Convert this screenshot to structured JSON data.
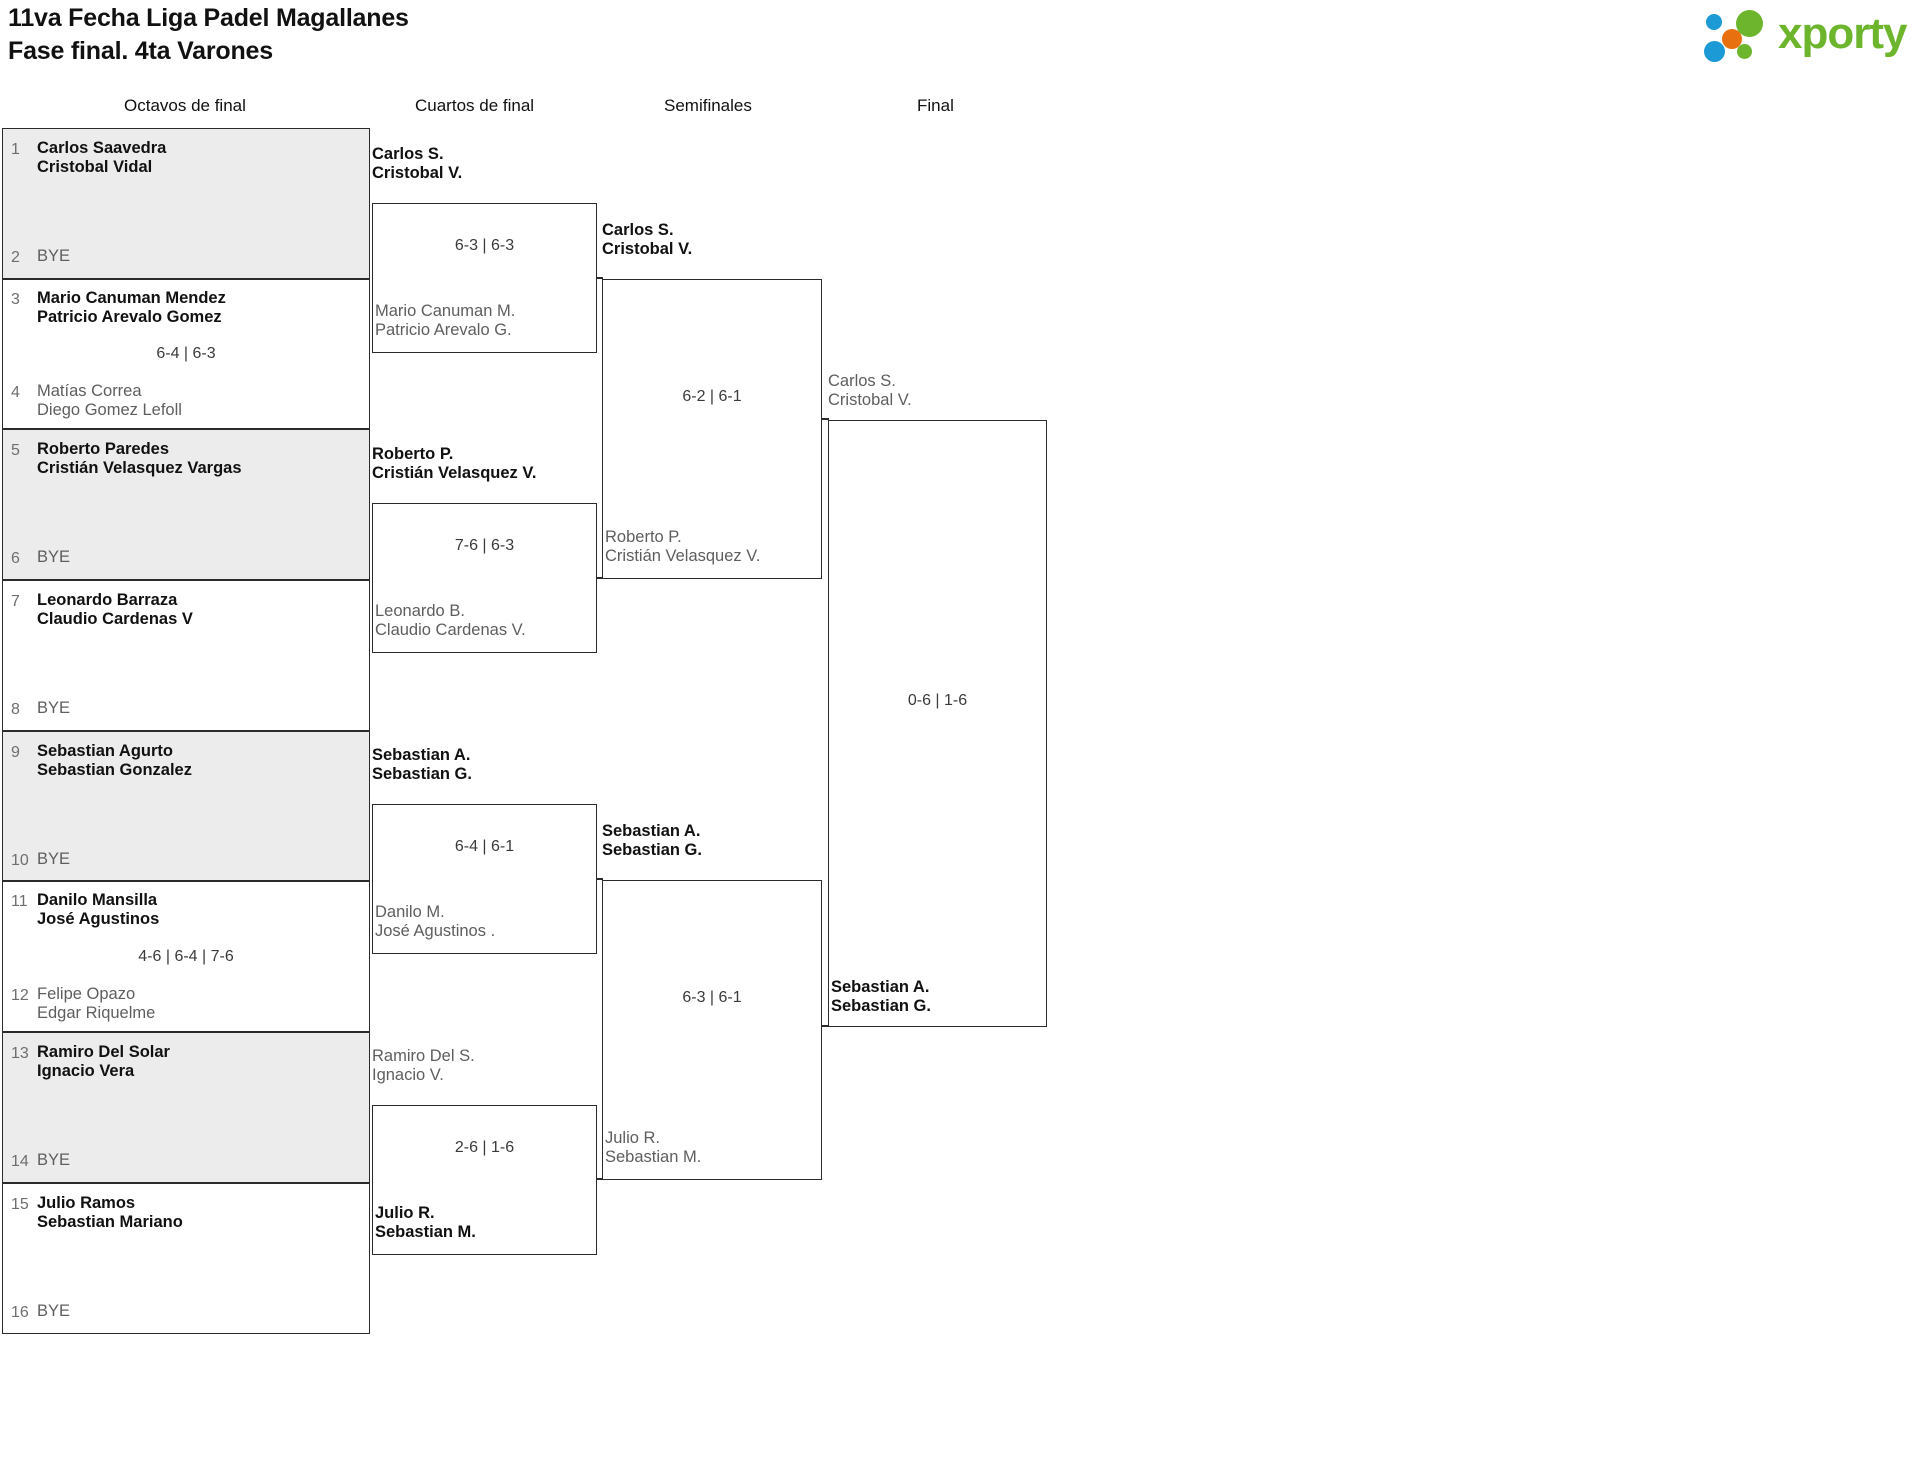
{
  "header": {
    "title_line1": "11va Fecha Liga Padel Magallanes",
    "title_line2": "Fase final. 4ta Varones",
    "logo_text": "xporty",
    "logo_colors": {
      "green": "#6cb52d",
      "blue": "#1b9ad6",
      "orange": "#e8700f"
    }
  },
  "rounds": [
    {
      "id": "r16",
      "label": "Octavos de final"
    },
    {
      "id": "qf",
      "label": "Cuartos de final"
    },
    {
      "id": "sf",
      "label": "Semifinales"
    },
    {
      "id": "f",
      "label": "Final"
    }
  ],
  "round_of_16": [
    {
      "shaded": true,
      "score": "",
      "top": {
        "seed": "1",
        "line1": "Carlos Saavedra",
        "line2": "Cristobal Vidal",
        "result": "win"
      },
      "bottom": {
        "seed": "2",
        "line1": "BYE",
        "line2": "",
        "result": "bye"
      }
    },
    {
      "shaded": false,
      "score": "6-4 | 6-3",
      "top": {
        "seed": "3",
        "line1": "Mario Canuman Mendez",
        "line2": "Patricio Arevalo Gomez",
        "result": "win"
      },
      "bottom": {
        "seed": "4",
        "line1": "Matías Correa",
        "line2": "Diego Gomez Lefoll",
        "result": "lose"
      }
    },
    {
      "shaded": true,
      "score": "",
      "top": {
        "seed": "5",
        "line1": "Roberto Paredes",
        "line2": "Cristián Velasquez Vargas",
        "result": "win"
      },
      "bottom": {
        "seed": "6",
        "line1": "BYE",
        "line2": "",
        "result": "bye"
      }
    },
    {
      "shaded": false,
      "score": "",
      "top": {
        "seed": "7",
        "line1": "Leonardo Barraza",
        "line2": "Claudio Cardenas V",
        "result": "win"
      },
      "bottom": {
        "seed": "8",
        "line1": "BYE",
        "line2": "",
        "result": "bye"
      }
    },
    {
      "shaded": true,
      "score": "",
      "top": {
        "seed": "9",
        "line1": "Sebastian Agurto",
        "line2": "Sebastian Gonzalez",
        "result": "win"
      },
      "bottom": {
        "seed": "10",
        "line1": "BYE",
        "line2": "",
        "result": "bye"
      }
    },
    {
      "shaded": false,
      "score": "4-6 | 6-4 | 7-6",
      "top": {
        "seed": "11",
        "line1": "Danilo Mansilla",
        "line2": "José Agustinos",
        "result": "win"
      },
      "bottom": {
        "seed": "12",
        "line1": "Felipe Opazo",
        "line2": "Edgar Riquelme",
        "result": "lose"
      }
    },
    {
      "shaded": true,
      "score": "",
      "top": {
        "seed": "13",
        "line1": "Ramiro Del Solar",
        "line2": "Ignacio Vera",
        "result": "win"
      },
      "bottom": {
        "seed": "14",
        "line1": "BYE",
        "line2": "",
        "result": "bye"
      }
    },
    {
      "shaded": false,
      "score": "",
      "top": {
        "seed": "15",
        "line1": "Julio Ramos",
        "line2": "Sebastian Mariano",
        "result": "win"
      },
      "bottom": {
        "seed": "16",
        "line1": "BYE",
        "line2": "",
        "result": "bye"
      }
    }
  ],
  "quarter_finals": [
    {
      "score": "6-3 | 6-3",
      "top": {
        "line1": "Carlos S.",
        "line2": "Cristobal V.",
        "result": "win"
      },
      "bottom": {
        "line1": "Mario Canuman M.",
        "line2": "Patricio Arevalo G.",
        "result": "lose"
      }
    },
    {
      "score": "7-6 | 6-3",
      "top": {
        "line1": "Roberto P.",
        "line2": "Cristián Velasquez V.",
        "result": "win"
      },
      "bottom": {
        "line1": "Leonardo B.",
        "line2": "Claudio Cardenas V.",
        "result": "lose"
      }
    },
    {
      "score": "6-4 | 6-1",
      "top": {
        "line1": "Sebastian A.",
        "line2": "Sebastian G.",
        "result": "win"
      },
      "bottom": {
        "line1": "Danilo M.",
        "line2": "José Agustinos .",
        "result": "lose"
      }
    },
    {
      "score": "2-6 | 1-6",
      "top": {
        "line1": "Ramiro Del S.",
        "line2": "Ignacio V.",
        "result": "lose"
      },
      "bottom": {
        "line1": "Julio R.",
        "line2": "Sebastian M.",
        "result": "win"
      }
    }
  ],
  "semi_finals": [
    {
      "score": "6-2 | 6-1",
      "top": {
        "line1": "Carlos S.",
        "line2": "Cristobal V.",
        "result": "win"
      },
      "bottom": {
        "line1": "Roberto P.",
        "line2": "Cristián Velasquez V.",
        "result": "lose"
      }
    },
    {
      "score": "6-3 | 6-1",
      "top": {
        "line1": "Sebastian A.",
        "line2": "Sebastian G.",
        "result": "win"
      },
      "bottom": {
        "line1": "Julio R.",
        "line2": "Sebastian M.",
        "result": "lose"
      }
    }
  ],
  "final": {
    "score": "0-6 | 1-6",
    "top": {
      "line1": "Carlos S.",
      "line2": "Cristobal V.",
      "result": "lose"
    },
    "bottom": {
      "line1": "Sebastian A.",
      "line2": "Sebastian G.",
      "result": "win"
    }
  }
}
